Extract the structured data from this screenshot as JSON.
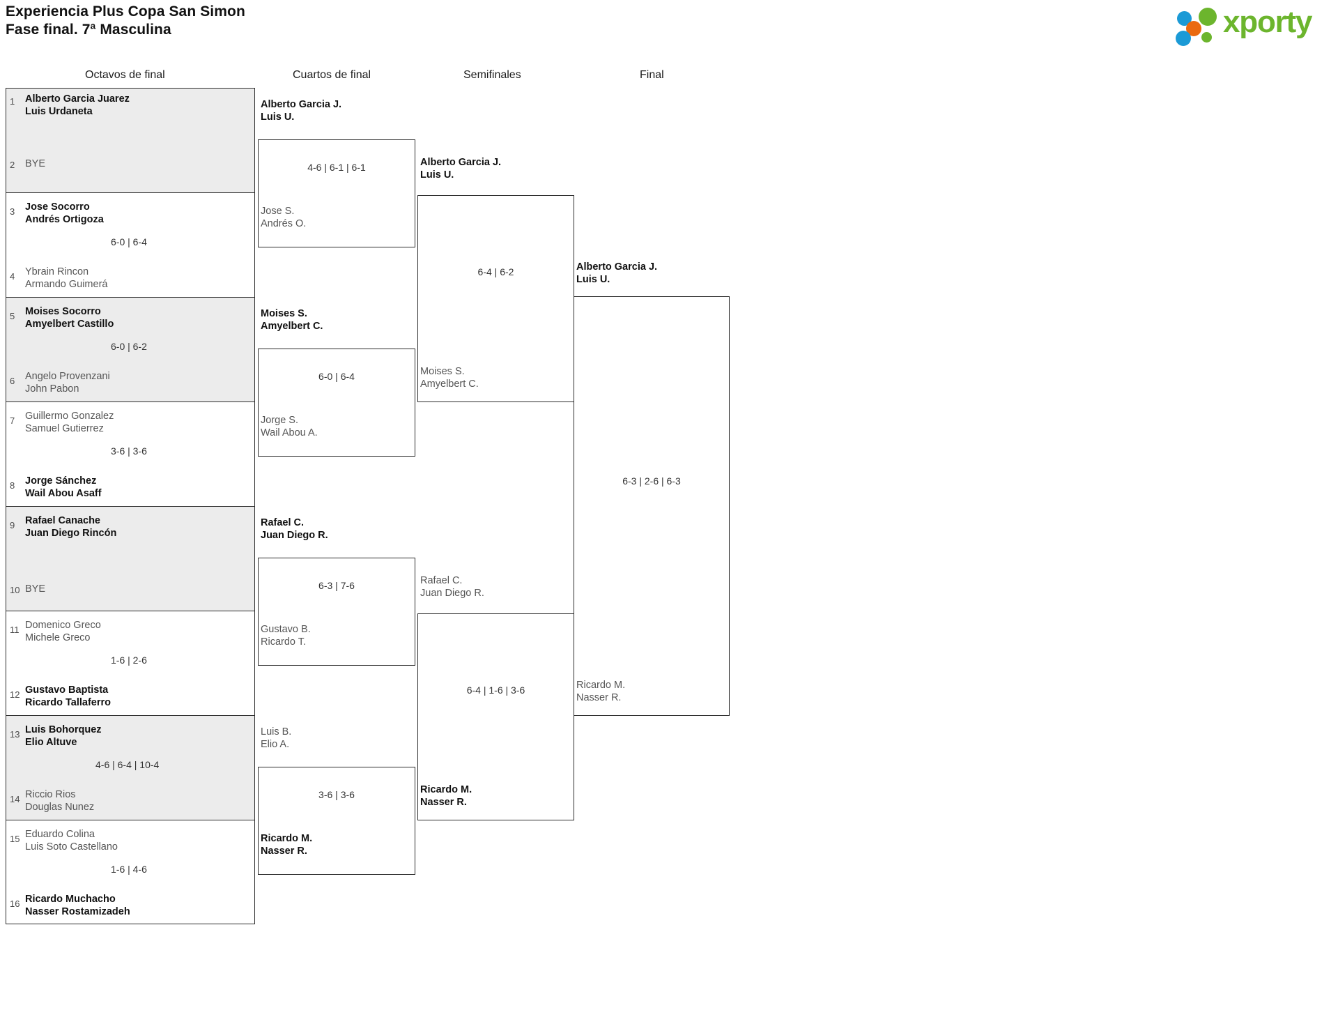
{
  "header": {
    "title_line1": "Experiencia Plus Copa San Simon",
    "title_line2": "Fase final. 7ª Masculina",
    "logo_text": "xporty",
    "logo_colors": {
      "green": "#6cb52d",
      "blue": "#1b9ad6",
      "orange": "#ea6a10"
    }
  },
  "rounds": [
    {
      "label": "Octavos de final"
    },
    {
      "label": "Cuartos de final"
    },
    {
      "label": "Semifinales"
    },
    {
      "label": "Final"
    }
  ],
  "round1": {
    "matches": [
      {
        "top": {
          "seed": "1",
          "p1": "Alberto Garcia Juarez",
          "p2": "Luis Urdaneta",
          "winner": true
        },
        "bottom": {
          "seed": "2",
          "p1": "BYE",
          "p2": "",
          "winner": false,
          "bye": true
        },
        "score": ""
      },
      {
        "top": {
          "seed": "3",
          "p1": "Jose Socorro",
          "p2": "Andrés Ortigoza",
          "winner": true
        },
        "bottom": {
          "seed": "4",
          "p1": "Ybrain Rincon",
          "p2": "Armando Guimerá",
          "winner": false
        },
        "score": "6-0 | 6-4"
      },
      {
        "top": {
          "seed": "5",
          "p1": "Moises Socorro",
          "p2": "Amyelbert Castillo",
          "winner": true
        },
        "bottom": {
          "seed": "6",
          "p1": "Angelo Provenzani",
          "p2": "John Pabon",
          "winner": false
        },
        "score": "6-0 | 6-2"
      },
      {
        "top": {
          "seed": "7",
          "p1": "Guillermo Gonzalez",
          "p2": "Samuel Gutierrez",
          "winner": false
        },
        "bottom": {
          "seed": "8",
          "p1": "Jorge Sánchez",
          "p2": "Wail Abou Asaff",
          "winner": true
        },
        "score": "3-6 | 3-6"
      },
      {
        "top": {
          "seed": "9",
          "p1": "Rafael Canache",
          "p2": "Juan Diego Rincón",
          "winner": true
        },
        "bottom": {
          "seed": "10",
          "p1": "BYE",
          "p2": "",
          "winner": false,
          "bye": true
        },
        "score": ""
      },
      {
        "top": {
          "seed": "11",
          "p1": "Domenico Greco",
          "p2": "Michele Greco",
          "winner": false
        },
        "bottom": {
          "seed": "12",
          "p1": "Gustavo Baptista",
          "p2": "Ricardo Tallaferro",
          "winner": true
        },
        "score": "1-6 | 2-6"
      },
      {
        "top": {
          "seed": "13",
          "p1": "Luis Bohorquez",
          "p2": "Elio Altuve",
          "winner": true
        },
        "bottom": {
          "seed": "14",
          "p1": "Riccio Rios",
          "p2": "Douglas Nunez",
          "winner": false
        },
        "score": "4-6 | 6-4 | 10-4"
      },
      {
        "top": {
          "seed": "15",
          "p1": "Eduardo Colina",
          "p2": "Luis Soto Castellano",
          "winner": false
        },
        "bottom": {
          "seed": "16",
          "p1": "Ricardo Muchacho",
          "p2": "Nasser Rostamizadeh",
          "winner": true
        },
        "score": "1-6 | 4-6"
      }
    ]
  },
  "round2": {
    "matches": [
      {
        "top": {
          "p1": "Alberto Garcia J.",
          "p2": "Luis U.",
          "winner": true
        },
        "bottom": {
          "p1": "Jose S.",
          "p2": "Andrés O.",
          "winner": false
        },
        "score": "4-6 | 6-1 | 6-1"
      },
      {
        "top": {
          "p1": "Moises S.",
          "p2": "Amyelbert C.",
          "winner": true
        },
        "bottom": {
          "p1": "Jorge S.",
          "p2": "Wail Abou A.",
          "winner": false
        },
        "score": "6-0 | 6-4"
      },
      {
        "top": {
          "p1": "Rafael C.",
          "p2": "Juan Diego R.",
          "winner": true
        },
        "bottom": {
          "p1": "Gustavo B.",
          "p2": "Ricardo T.",
          "winner": false
        },
        "score": "6-3 | 7-6"
      },
      {
        "top": {
          "p1": "Luis B.",
          "p2": "Elio A.",
          "winner": false
        },
        "bottom": {
          "p1": "Ricardo M.",
          "p2": "Nasser R.",
          "winner": true
        },
        "score": "3-6 | 3-6"
      }
    ]
  },
  "round3": {
    "matches": [
      {
        "top": {
          "p1": "Alberto Garcia J.",
          "p2": "Luis U.",
          "winner": true
        },
        "bottom": {
          "p1": "Moises S.",
          "p2": "Amyelbert C.",
          "winner": false
        },
        "score": "6-4 | 6-2"
      },
      {
        "top": {
          "p1": "Rafael C.",
          "p2": "Juan Diego R.",
          "winner": false
        },
        "bottom": {
          "p1": "Ricardo M.",
          "p2": "Nasser R.",
          "winner": true
        },
        "score": "6-4 | 1-6 | 3-6"
      }
    ]
  },
  "round4": {
    "matches": [
      {
        "top": {
          "p1": "Alberto Garcia J.",
          "p2": "Luis U.",
          "winner": true
        },
        "bottom": {
          "p1": "Ricardo M.",
          "p2": "Nasser R.",
          "winner": false
        },
        "score": "6-3 | 2-6 | 6-3"
      }
    ]
  }
}
